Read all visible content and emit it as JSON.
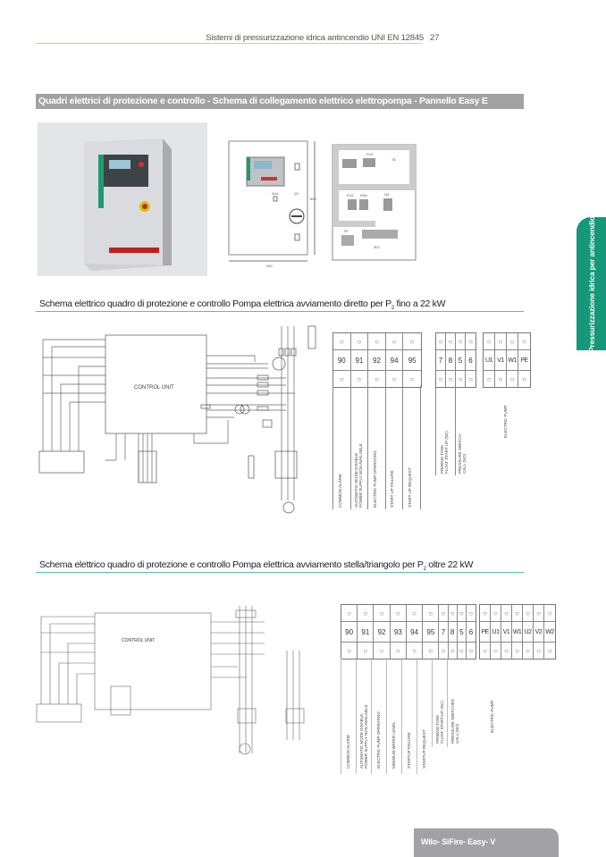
{
  "header": {
    "text": "Sistemi di pressurizzazione idrica antincendio UNI EN 12845",
    "page_number": "27"
  },
  "title_bar": "Quadri elettrici di protezione e controllo - Schema di collegamento elettrico elettropompa - Pannello Easy E",
  "drawings": {
    "width_dim": "400",
    "height_dim": "600",
    "inner_dim": "302",
    "labels": [
      "SA1",
      "Q1",
      "FU1",
      "TA",
      "FU2",
      "KM1",
      "Q5",
      "TR"
    ]
  },
  "section1": {
    "heading": "Schema elettrico quadro di protezione e controllo Pompa elettrica avviamento diretto per P",
    "sub": "2",
    "heading_end": " fino a 22 kW",
    "control_unit": "CONTROL UNIT",
    "terminals_a": [
      "90",
      "91",
      "92",
      "94",
      "95"
    ],
    "labels_a": [
      "COMMON ALARM",
      "AUTOMATIC MODE DISABLE\nPOWER SUPPLY NON AVAILABLE",
      "ELECTRIC PUMP OPERATING",
      "START UP FAILURE",
      "START UP REQUEST"
    ],
    "terminals_b": [
      "7",
      "8",
      "5",
      "6"
    ],
    "labels_b": [
      "PRIMING TANK\nFLOAT START UP (NC)",
      "PRESSURE SWITCH\nCALL (NO)"
    ],
    "terminals_c": [
      "U1",
      "V1",
      "W1",
      "PE"
    ],
    "label_c": "ELECTRIC PUMP"
  },
  "section2": {
    "heading": "Schema elettrico quadro di protezione e controllo Pompa elettrica avviamento stella/triangolo per P",
    "sub": "2",
    "heading_end": " oltre 22 kW",
    "control_unit": "CONTROL UNIT",
    "terminals_a": [
      "90",
      "91",
      "92",
      "93",
      "94",
      "95",
      "7",
      "8",
      "5",
      "6"
    ],
    "labels_a": [
      "COMMON ALARM",
      "AUTOMATIC MODE DISABLE\nPOWER SUPPLY NON AVAILABLE",
      "ELECTRIC PUMP OPERATING",
      "MINIMUM WATER LEVEL",
      "STARTUP FAILURE",
      "STARTUP REQUEST",
      "PRIMING TANK\nFLOAT START-UP (NC)",
      "PRESSURE SWITCHES\nCALL (NO)"
    ],
    "terminals_b": [
      "PE",
      "U1",
      "V1",
      "W1",
      "U2",
      "V2",
      "W2"
    ],
    "label_b": "ELECTRIC PUMP"
  },
  "side_tab": "Pressurizzazione idrica per antincendio",
  "footer": "Wilo- SiFire- Easy- V",
  "colors": {
    "accent_green": "#17977a",
    "title_gray": "#a2a2a4",
    "header_line": "#e3cc6a",
    "section_line": "#5bbfae"
  }
}
